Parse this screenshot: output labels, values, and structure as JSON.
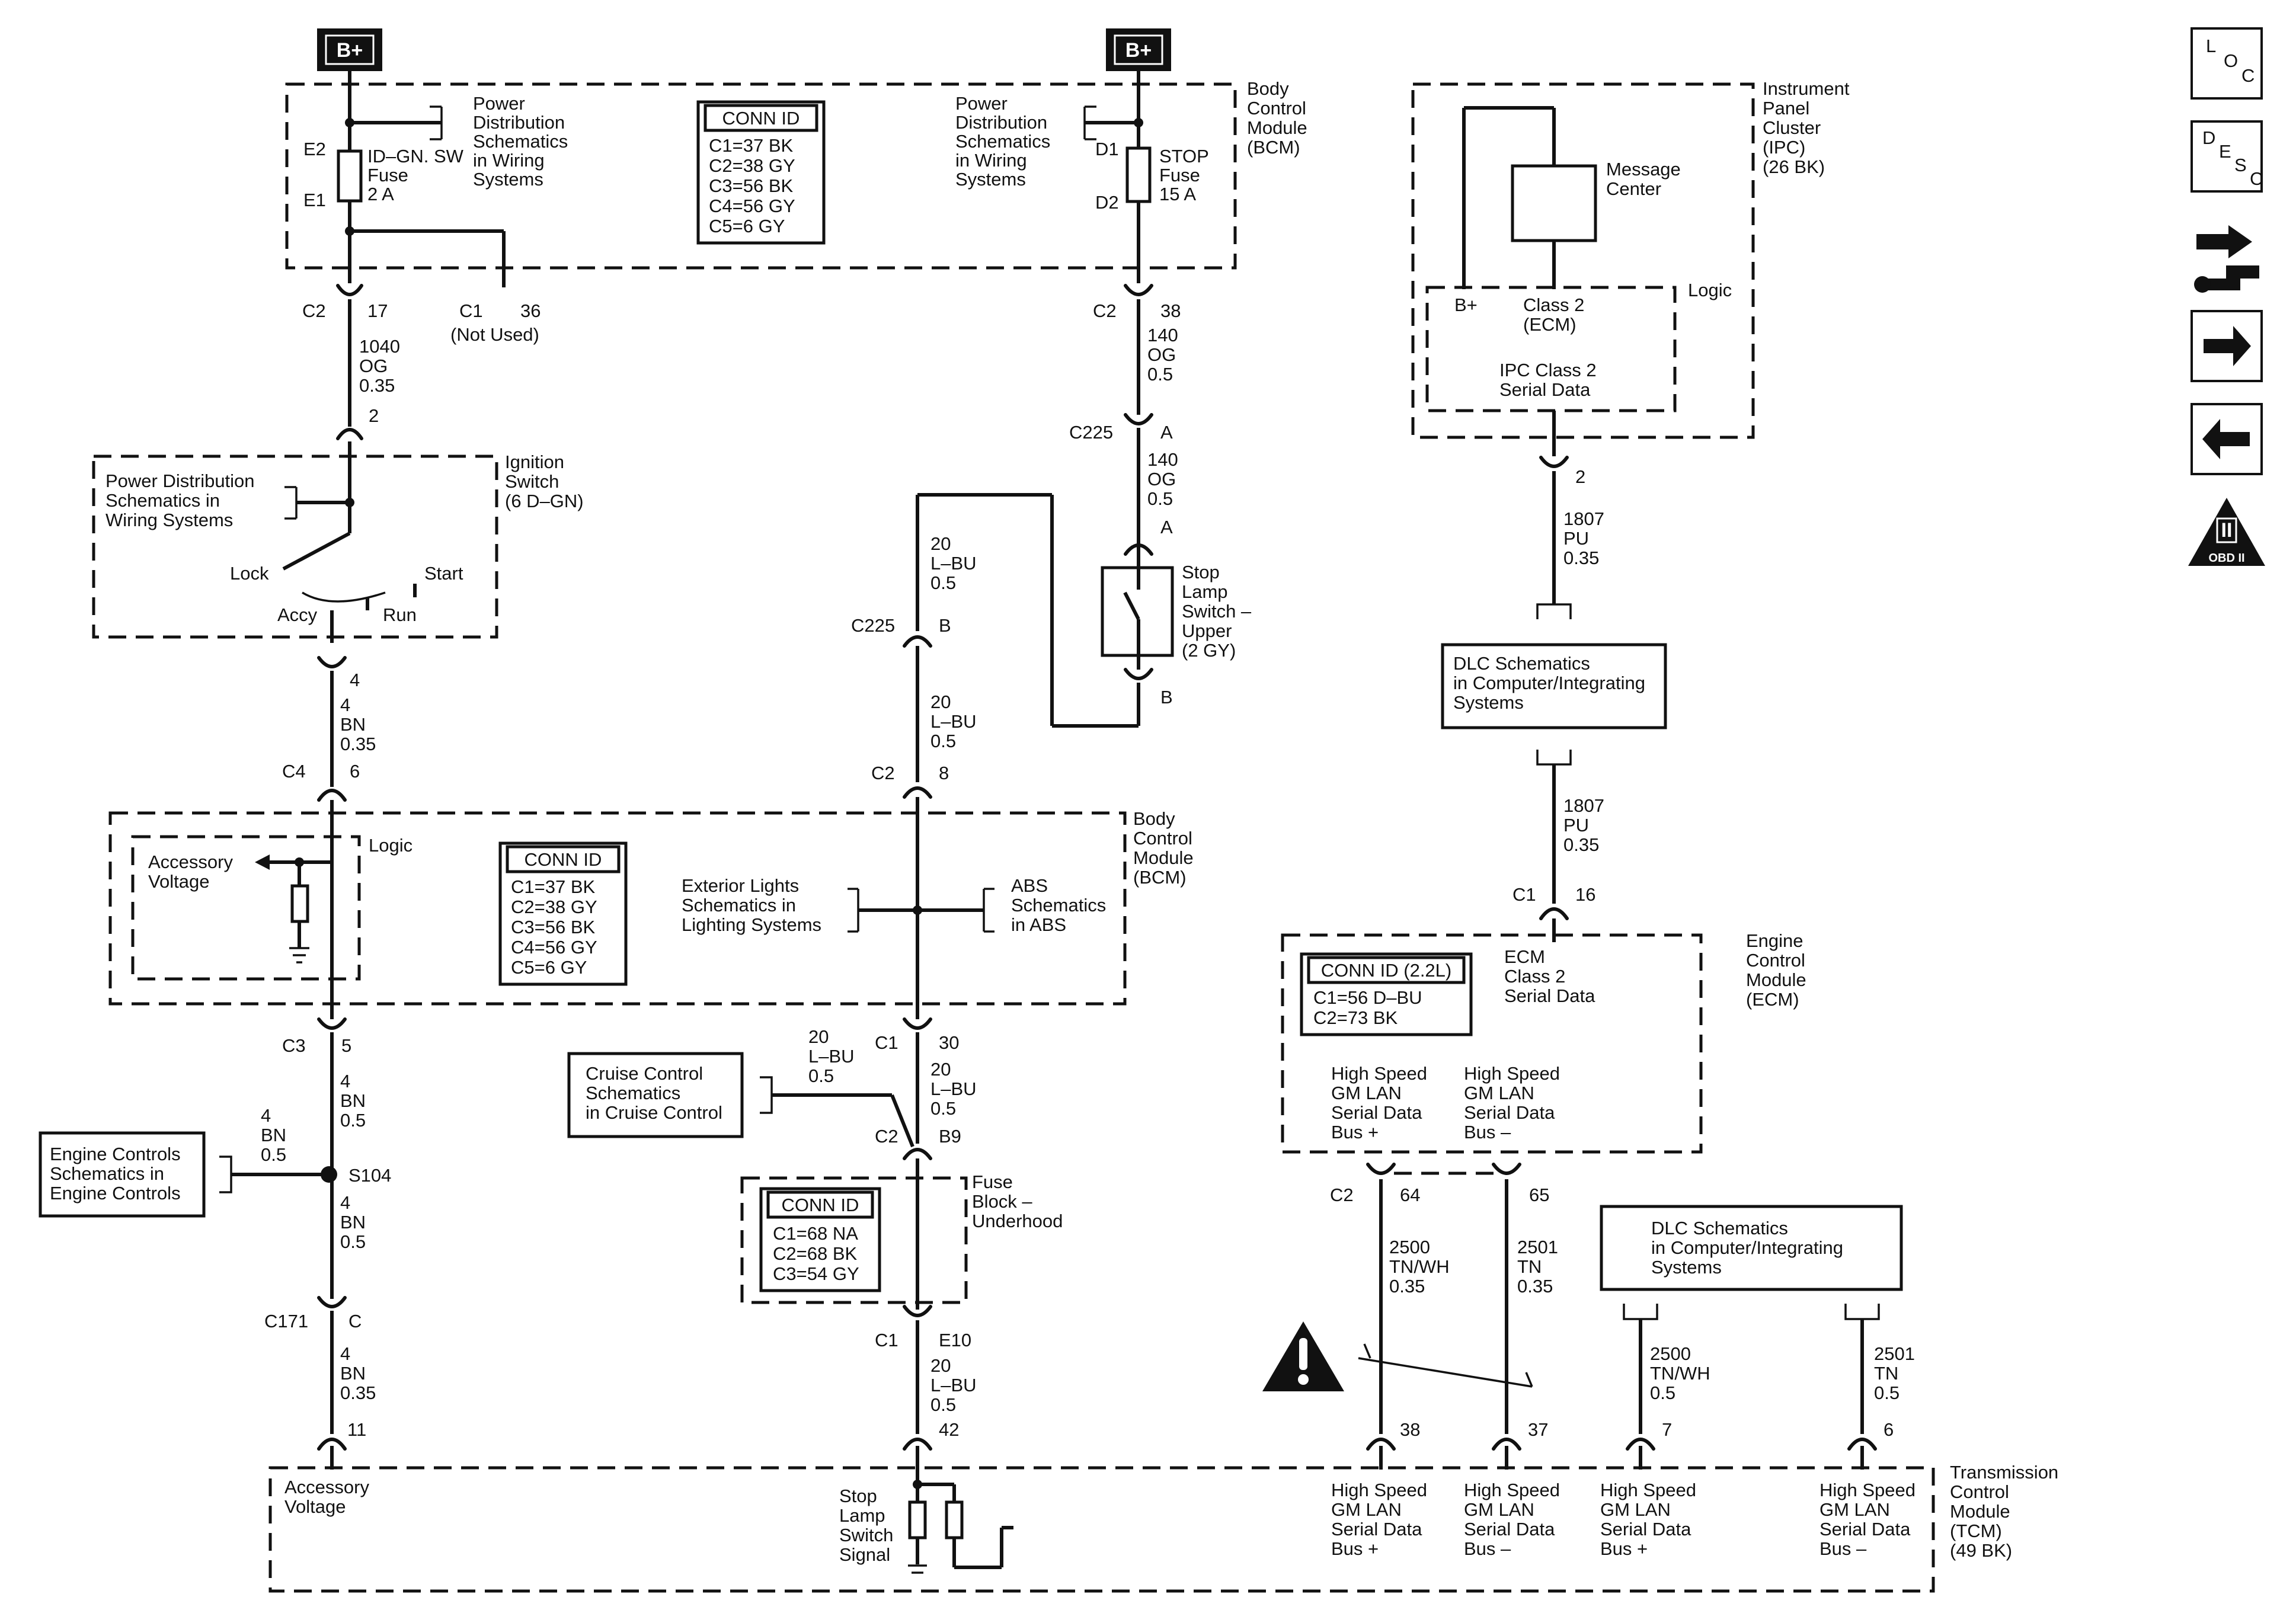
{
  "supply": {
    "bplus_left": "B+",
    "bplus_right": "B+"
  },
  "bcm_top": {
    "title": [
      "Body",
      "Control",
      "Module",
      "(BCM)"
    ],
    "pd_left": [
      "Power",
      "Distribution",
      "Schematics",
      "in Wiring",
      "Systems"
    ],
    "pd_right": [
      "Power",
      "Distribution",
      "Schematics",
      "in Wiring",
      "Systems"
    ],
    "fuse_left": {
      "pin_top": "E2",
      "pin_bottom": "E1",
      "label": [
        "ID–GN. SW",
        "Fuse",
        "2 A"
      ]
    },
    "fuse_right": {
      "pin_top": "D1",
      "pin_bottom": "D2",
      "label": [
        "STOP",
        "Fuse",
        "15 A"
      ]
    },
    "conn_id": {
      "header": "CONN ID",
      "rows": [
        "C1=37 BK",
        "C2=38 GY",
        "C3=56 BK",
        "C4=56 GY",
        "C5=6 GY"
      ]
    }
  },
  "left_branch": {
    "c2_17": {
      "conn": "C2",
      "pin": "17"
    },
    "c1_36": {
      "conn": "C1",
      "pin": "36",
      "note": "(Not Used)"
    },
    "wire_1040": [
      "1040",
      "OG",
      "0.35"
    ],
    "ign_pin_top": "2",
    "ignition": {
      "title": [
        "Ignition",
        "Switch",
        "(6 D–GN)"
      ],
      "pd": [
        "Power Distribution",
        "Schematics in",
        "Wiring Systems"
      ],
      "lock": "Lock",
      "start": "Start",
      "accy": "Accy",
      "run": "Run"
    },
    "ign_pin_bottom": "4",
    "wire_4a": [
      "4",
      "BN",
      "0.35"
    ],
    "c4_6": {
      "conn": "C4",
      "pin": "6"
    },
    "c3_5": {
      "conn": "C3",
      "pin": "5"
    },
    "wire_4b": [
      "4",
      "BN",
      "0.5"
    ],
    "engine_controls": [
      "Engine Controls",
      "Schematics in",
      "Engine Controls"
    ],
    "wire_4c": [
      "4",
      "BN",
      "0.5"
    ],
    "splice": "S104",
    "wire_4d": [
      "4",
      "BN",
      "0.5"
    ],
    "c171": {
      "conn": "C171",
      "pin": "C"
    },
    "wire_4e": [
      "4",
      "BN",
      "0.35"
    ],
    "pin_11": "11"
  },
  "bcm_mid": {
    "title": [
      "Body",
      "Control",
      "Module",
      "(BCM)"
    ],
    "logic": "Logic",
    "acc_voltage": [
      "Accessory",
      "Voltage"
    ],
    "exterior": [
      "Exterior Lights",
      "Schematics in",
      "Lighting Systems"
    ],
    "abs": [
      "ABS",
      "Schematics",
      "in ABS"
    ],
    "conn_id": {
      "header": "CONN ID",
      "rows": [
        "C1=37 BK",
        "C2=38 GY",
        "C3=56 BK",
        "C4=56 GY",
        "C5=6 GY"
      ]
    }
  },
  "right_branch": {
    "c2_38": {
      "conn": "C2",
      "pin": "38"
    },
    "wire_140a": [
      "140",
      "OG",
      "0.5"
    ],
    "c225_a": {
      "conn": "C225",
      "pin": "A"
    },
    "wire_140b": [
      "140",
      "OG",
      "0.5"
    ],
    "sw_pin_a": "A",
    "stop_switch": [
      "Stop",
      "Lamp",
      "Switch –",
      "Upper",
      "(2 GY)"
    ],
    "sw_pin_b": "B",
    "wire_20a": [
      "20",
      "L–BU",
      "0.5"
    ],
    "c225_b": {
      "conn": "C225",
      "pin": "B"
    },
    "wire_20b": [
      "20",
      "L–BU",
      "0.5"
    ],
    "c2_8": {
      "conn": "C2",
      "pin": "8"
    },
    "c1_30": {
      "conn": "C1",
      "pin": "30"
    },
    "wire_20c": [
      "20",
      "L–BU",
      "0.5"
    ],
    "wire_20d": [
      "20",
      "L–BU",
      "0.5"
    ],
    "cruise": [
      "Cruise Control",
      "Schematics",
      "in Cruise Control"
    ],
    "c2_b9": {
      "conn": "C2",
      "pin": "B9"
    },
    "fuse_block": {
      "title": [
        "Fuse",
        "Block –",
        "Underhood"
      ],
      "header": "CONN ID",
      "rows": [
        "C1=68 NA",
        "C2=68 BK",
        "C3=54 GY"
      ]
    },
    "c1_e10": {
      "conn": "C1",
      "pin": "E10"
    },
    "wire_20e": [
      "20",
      "L–BU",
      "0.5"
    ],
    "pin_42": "42"
  },
  "ipc": {
    "title": [
      "Instrument",
      "Panel",
      "Cluster",
      "(IPC)",
      "(26 BK)"
    ],
    "message_center": [
      "Message",
      "Center"
    ],
    "logic": "Logic",
    "bplus": "B+",
    "class2": [
      "Class 2",
      "(ECM)"
    ],
    "serial": [
      "IPC Class 2",
      "Serial Data"
    ],
    "pin": "2",
    "wire": [
      "1807",
      "PU",
      "0.35"
    ]
  },
  "dlc_top": [
    "DLC Schematics",
    "in Computer/Integrating",
    "Systems"
  ],
  "dlc_mid": {
    "wire": [
      "1807",
      "PU",
      "0.35"
    ],
    "conn": "C1",
    "pin": "16"
  },
  "ecm": {
    "title": [
      "Engine",
      "Control",
      "Module",
      "(ECM)"
    ],
    "class2": [
      "ECM",
      "Class 2",
      "Serial Data"
    ],
    "conn_id": {
      "header": "CONN ID (2.2L)",
      "rows": [
        "C1=56 D–BU",
        "C2=73 BK"
      ]
    },
    "hs_plus": [
      "High Speed",
      "GM LAN",
      "Serial Data",
      "Bus +"
    ],
    "hs_minus": [
      "High Speed",
      "GM LAN",
      "Serial Data",
      "Bus –"
    ],
    "conn": "C2",
    "pin_plus": "64",
    "pin_minus": "65",
    "wire_plus": [
      "2500",
      "TN/WH",
      "0.35"
    ],
    "wire_minus": [
      "2501",
      "TN",
      "0.35"
    ]
  },
  "dlc_bottom": {
    "label": [
      "DLC Schematics",
      "in Computer/Integrating",
      "Systems"
    ],
    "wire_plus": [
      "2500",
      "TN/WH",
      "0.5"
    ],
    "wire_minus": [
      "2501",
      "TN",
      "0.5"
    ]
  },
  "tcm": {
    "title": [
      "Transmission",
      "Control",
      "Module",
      "(TCM)",
      "(49 BK)"
    ],
    "acc_voltage": [
      "Accessory",
      "Voltage"
    ],
    "stop_signal": [
      "Stop",
      "Lamp",
      "Switch",
      "Signal"
    ],
    "hs_a": [
      "High Speed",
      "GM LAN",
      "Serial Data",
      "Bus +"
    ],
    "hs_b": [
      "High Speed",
      "GM LAN",
      "Serial Data",
      "Bus –"
    ],
    "hs_c": [
      "High Speed",
      "GM LAN",
      "Serial Data",
      "Bus +"
    ],
    "hs_d": [
      "High Speed",
      "GM LAN",
      "Serial Data",
      "Bus –"
    ],
    "pin_38": "38",
    "pin_37": "37",
    "pin_7": "7",
    "pin_6": "6"
  },
  "nav": {
    "loc": [
      "L",
      "O",
      "C"
    ],
    "desc": [
      "D",
      "E",
      "S",
      "C"
    ],
    "obd": "OBD II",
    "obd_roman": "II"
  }
}
